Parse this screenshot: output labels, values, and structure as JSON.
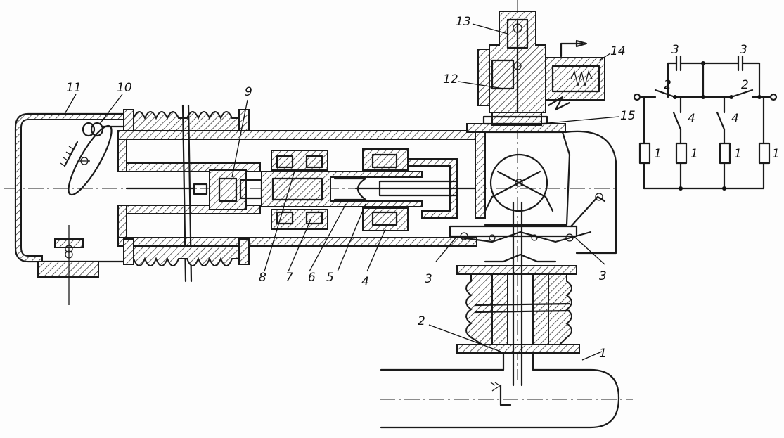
{
  "callouts": [
    {
      "id": "c1",
      "text": "1"
    },
    {
      "id": "c2",
      "text": "2"
    },
    {
      "id": "c3a",
      "text": "3"
    },
    {
      "id": "c3b",
      "text": "3"
    },
    {
      "id": "c4",
      "text": "4"
    },
    {
      "id": "c5",
      "text": "5"
    },
    {
      "id": "c6",
      "text": "6"
    },
    {
      "id": "c7",
      "text": "7"
    },
    {
      "id": "c8",
      "text": "8"
    },
    {
      "id": "c9",
      "text": "9"
    },
    {
      "id": "c10",
      "text": "10"
    },
    {
      "id": "c11",
      "text": "11"
    },
    {
      "id": "c12",
      "text": "12"
    },
    {
      "id": "c13",
      "text": "13"
    },
    {
      "id": "c14",
      "text": "14"
    },
    {
      "id": "c15",
      "text": "15"
    }
  ],
  "schematic": {
    "capacitor_labels": [
      "3",
      "3"
    ],
    "switch_labels": [
      "2",
      "2",
      "4",
      "4"
    ],
    "resistor_labels": [
      "1",
      "1",
      "1",
      "1"
    ]
  }
}
